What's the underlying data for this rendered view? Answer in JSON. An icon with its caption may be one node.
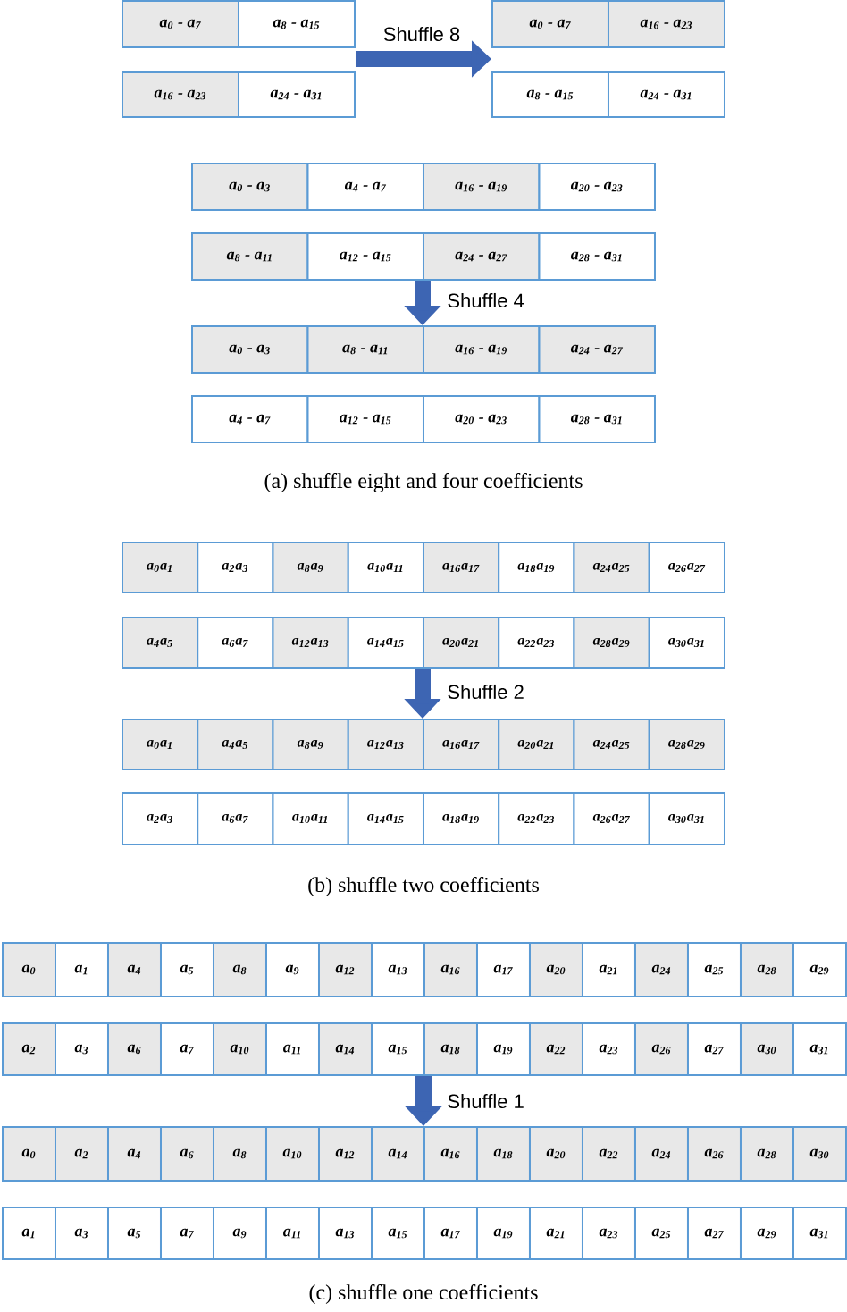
{
  "diagram": {
    "nodes": [
      {
        "text": [
          "a$_{0}$ - a$_{7}$"
        ]
      },
      {
        "text": [
          "a$_{8}$ - a$_{15}$"
        ]
      },
      {
        "text": [
          "a$_{0}$ - a$_{7}$"
        ]
      },
      {
        "text": [
          "a$_{16}$ - a$_{23}$"
        ]
      },
      {
        "text": [
          "a$_{16}$ - a$_{23}$"
        ]
      },
      {
        "text": [
          "a$_{24}$ - a$_{31}$"
        ]
      },
      {
        "text": [
          "a$_{8}$ - a$_{15}$"
        ]
      },
      {
        "text": [
          "a$_{24}$ - a$_{31}$"
        ]
      },
      {
        "text": [
          "a$_{0}$ - a$_{3}$"
        ]
      },
      {
        "text": [
          "a$_{4}$ - a$_{7}$"
        ]
      },
      {
        "text": [
          "a$_{16}$ - a$_{19}$"
        ]
      },
      {
        "text": [
          "a$_{20}$ - a$_{23}$"
        ]
      },
      {
        "text": [
          "a$_{8}$ - a$_{11}$"
        ]
      },
      {
        "text": [
          "a$_{12}$ - a$_{15}$"
        ]
      },
      {
        "text": [
          "a$_{24}$ - a$_{27}$"
        ]
      },
      {
        "text": [
          "a$_{28}$ - a$_{31}$"
        ]
      },
      {
        "text": [
          "a$_{0}$ - a$_{3}$"
        ]
      },
      {
        "text": [
          "a$_{8}$ - a$_{11}$"
        ]
      },
      {
        "text": [
          "a$_{16}$ - a$_{19}$"
        ]
      },
      {
        "text": [
          "a$_{24}$ - a$_{27}$"
        ]
      },
      {
        "text": [
          "a$_{4}$ - a$_{7}$"
        ]
      },
      {
        "text": [
          "a$_{12}$ - a$_{15}$"
        ]
      },
      {
        "text": [
          "a$_{20}$ - a$_{23}$"
        ]
      },
      {
        "text": [
          "a$_{28}$ - a$_{31}$"
        ]
      },
      {
        "text": [
          "a$_{0}$a$_{1}$"
        ]
      },
      {
        "text": [
          "a$_{2}$a$_{3}$"
        ]
      },
      {
        "text": [
          "a$_{8}$a$_{9}$"
        ]
      },
      {
        "text": [
          "a$_{10}$a$_{11}$"
        ]
      },
      {
        "text": [
          "a$_{16}$a$_{17}$"
        ]
      },
      {
        "text": [
          "a$_{18}$a$_{19}$"
        ]
      },
      {
        "text": [
          "a$_{24}$a$_{25}$"
        ]
      },
      {
        "text": [
          "a$_{26}$a$_{27}$"
        ]
      },
      {
        "text": [
          "a$_{4}$a$_{5}$"
        ]
      },
      {
        "text": [
          "a$_{6}$a$_{7}$"
        ]
      },
      {
        "text": [
          "a$_{12}$a$_{13}$"
        ]
      },
      {
        "text": [
          "a$_{14}$a$_{15}$"
        ]
      },
      {
        "text": [
          "a$_{20}$a$_{21}$"
        ]
      },
      {
        "text": [
          "a$_{22}$a$_{23}$"
        ]
      },
      {
        "text": [
          "a$_{28}$a$_{29}$"
        ]
      },
      {
        "text": [
          "a$_{30}$a$_{31}$"
        ]
      },
      {
        "text": [
          "a$_{0}$a$_{1}$"
        ]
      },
      {
        "text": [
          "a$_{4}$a$_{5}$"
        ]
      },
      {
        "text": [
          "a$_{8}$a$_{9}$"
        ]
      },
      {
        "text": [
          "a$_{12}$a$_{13}$"
        ]
      },
      {
        "text": [
          "a$_{16}$a$_{17}$"
        ]
      },
      {
        "text": [
          "a$_{20}$a$_{21}$"
        ]
      },
      {
        "text": [
          "a$_{24}$a$_{25}$"
        ]
      },
      {
        "text": [
          "a$_{28}$a$_{29}$"
        ]
      },
      {
        "text": [
          "a$_{2}$a$_{3}$"
        ]
      },
      {
        "text": [
          "a$_{6}$a$_{7}$"
        ]
      },
      {
        "text": [
          "a$_{10}$a$_{11}$"
        ]
      },
      {
        "text": [
          "a$_{14}$a$_{15}$"
        ]
      },
      {
        "text": [
          "a$_{18}$a$_{19}$"
        ]
      },
      {
        "text": [
          "a$_{22}$a$_{23}$"
        ]
      },
      {
        "text": [
          "a$_{26}$a$_{27}$"
        ]
      },
      {
        "text": [
          "a$_{30}$a$_{31}$"
        ]
      },
      {
        "text": [
          "a$_{0}$"
        ]
      },
      {
        "text": [
          "a$_{1}$"
        ]
      },
      {
        "text": [
          "a$_{4}$"
        ]
      },
      {
        "text": [
          "a$_{5}$"
        ]
      },
      {
        "text": [
          "a$_{8}$"
        ]
      },
      {
        "text": [
          "a$_{9}$"
        ]
      },
      {
        "text": [
          "a$_{12}$"
        ]
      },
      {
        "text": [
          "a$_{13}$"
        ]
      },
      {
        "text": [
          "a$_{16}$"
        ]
      },
      {
        "text": [
          "a$_{17}$"
        ]
      },
      {
        "text": [
          "a$_{20}$"
        ]
      },
      {
        "text": [
          "a$_{21}$"
        ]
      },
      {
        "text": [
          "a$_{24}$"
        ]
      },
      {
        "text": [
          "a$_{25}$"
        ]
      },
      {
        "text": [
          "a$_{28}$"
        ]
      },
      {
        "text": [
          "a$_{29}$"
        ]
      },
      {
        "text": [
          "a$_{2}$"
        ]
      },
      {
        "text": [
          "a$_{3}$"
        ]
      },
      {
        "text": [
          "a$_{6}$"
        ]
      },
      {
        "text": [
          "a$_{7}$"
        ]
      },
      {
        "text": [
          "a$_{10}$"
        ]
      },
      {
        "text": [
          "a$_{11}$"
        ]
      },
      {
        "text": [
          "a$_{14}$"
        ]
      },
      {
        "text": [
          "a$_{15}$"
        ]
      },
      {
        "text": [
          "a$_{18}$"
        ]
      },
      {
        "text": [
          "a$_{19}$"
        ]
      },
      {
        "text": [
          "a$_{22}$"
        ]
      },
      {
        "text": [
          "a$_{23}$"
        ]
      },
      {
        "text": [
          "a$_{26}$"
        ]
      },
      {
        "text": [
          "a$_{27}$"
        ]
      },
      {
        "text": [
          "a$_{30}$"
        ]
      },
      {
        "text": [
          "a$_{31}$"
        ]
      },
      {
        "text": [
          "a$_{0}$"
        ]
      },
      {
        "text": [
          "a$_{2}$"
        ]
      },
      {
        "text": [
          "a$_{4}$"
        ]
      },
      {
        "text": [
          "a$_{6}$"
        ]
      },
      {
        "text": [
          "a$_{8}$"
        ]
      },
      {
        "text": [
          "a$_{10}$"
        ]
      },
      {
        "text": [
          "a$_{12}$"
        ]
      },
      {
        "text": [
          "a$_{14}$"
        ]
      },
      {
        "text": [
          "a$_{16}$"
        ]
      },
      {
        "text": [
          "a$_{18}$"
        ]
      },
      {
        "text": [
          "a$_{20}$"
        ]
      },
      {
        "text": [
          "a$_{22}$"
        ]
      },
      {
        "text": [
          "a$_{24}$"
        ]
      },
      {
        "text": [
          "a$_{26}$"
        ]
      },
      {
        "text": [
          "a$_{28}$"
        ]
      },
      {
        "text": [
          "a$_{30}$"
        ]
      },
      {
        "text": [
          "a$_{1}$"
        ]
      },
      {
        "text": [
          "a$_{3}$"
        ]
      },
      {
        "text": [
          "a$_{5}$"
        ]
      },
      {
        "text": [
          "a$_{7}$"
        ]
      },
      {
        "text": [
          "a$_{9}$"
        ]
      },
      {
        "text": [
          "a$_{11}$"
        ]
      },
      {
        "text": [
          "a$_{13}$"
        ]
      },
      {
        "text": [
          "a$_{15}$"
        ]
      },
      {
        "text": [
          "a$_{17}$"
        ]
      },
      {
        "text": [
          "a$_{19}$"
        ]
      },
      {
        "text": [
          "a$_{21}$"
        ]
      },
      {
        "text": [
          "a$_{23}$"
        ]
      },
      {
        "text": [
          "a$_{25}$"
        ]
      },
      {
        "text": [
          "a$_{27}$"
        ]
      },
      {
        "text": [
          "a$_{29}$"
        ]
      },
      {
        "text": [
          "a$_{31}$"
        ]
      }
    ],
    "edges": [
      {
        "from": 1,
        "to": 2,
        "arrow": "to",
        "label": "Shuffle 8"
      },
      {
        "from": 14,
        "to": 18,
        "arrow": "to",
        "label": "Shuffle 4"
      },
      {
        "from": 36,
        "to": 44,
        "arrow": "to",
        "label": "Shuffle 2"
      },
      {
        "from": 80,
        "to": 96,
        "arrow": "to",
        "label": "Shuffle 1"
      }
    ],
    "labels": [
      "(a) shuffle eight and four coefficients",
      "(b) shuffle two coefficients",
      "(c) shuffle one coefficients"
    ]
  }
}
